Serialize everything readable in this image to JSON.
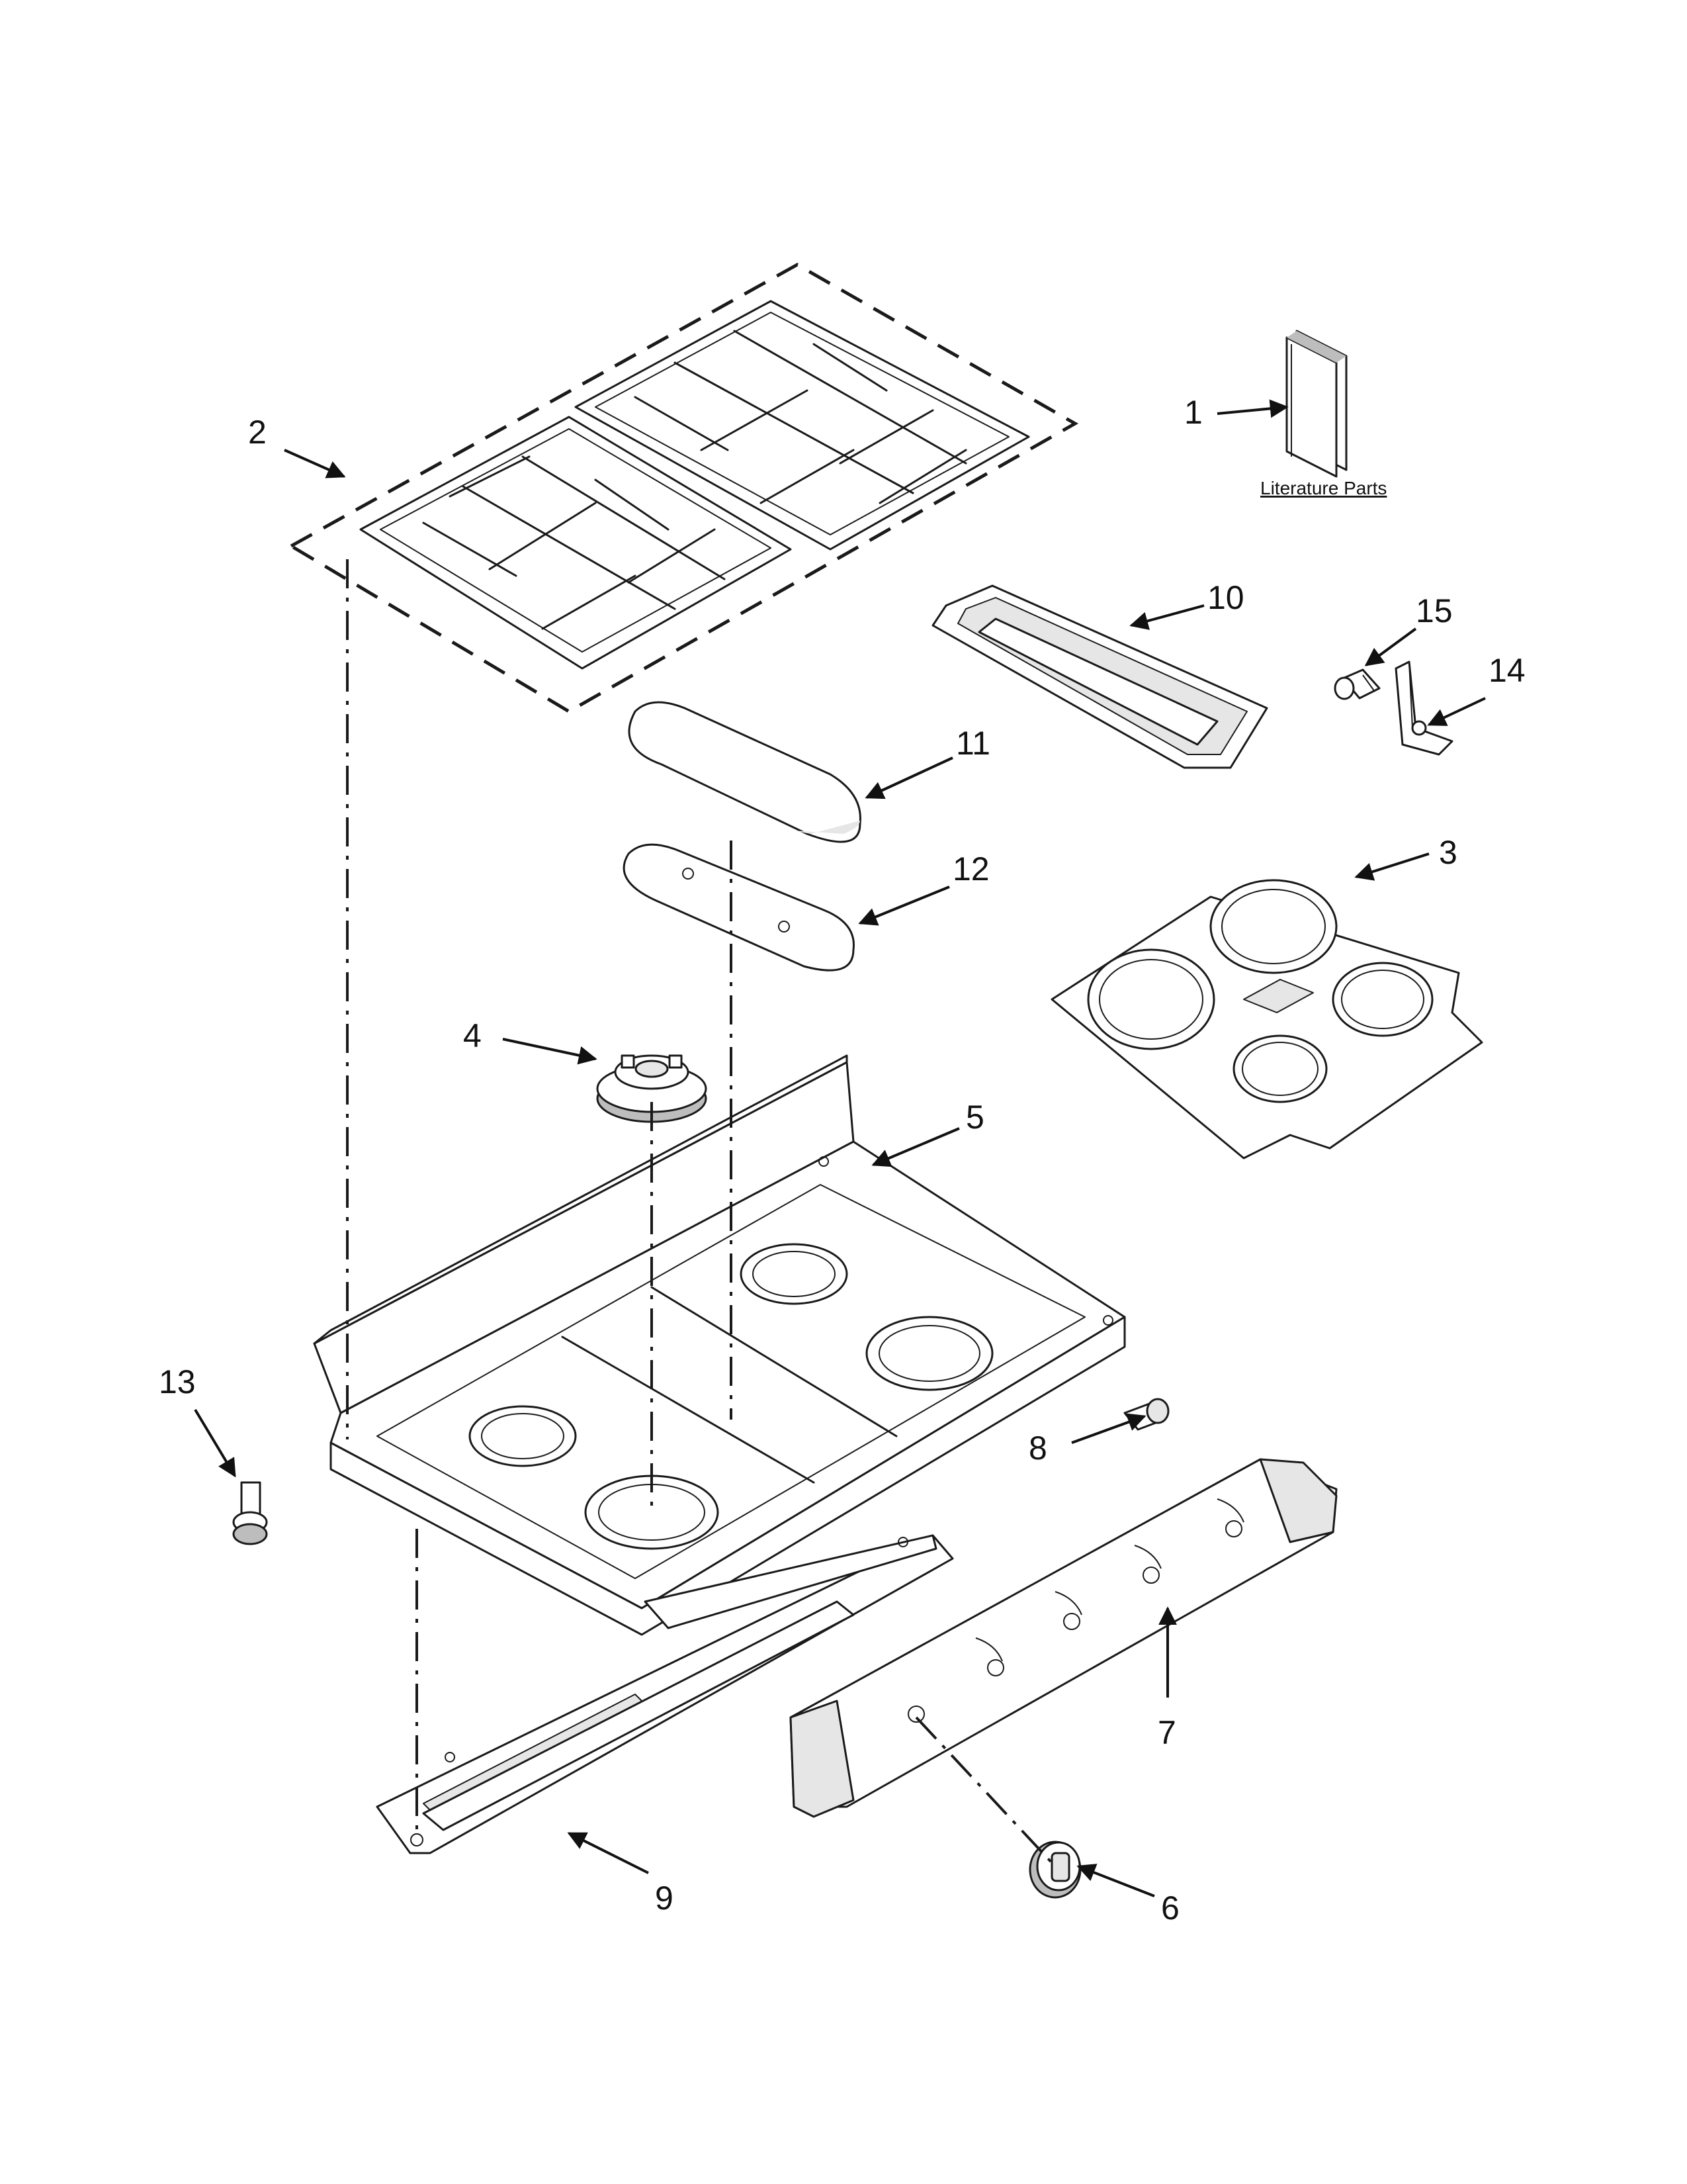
{
  "colors": {
    "ink": "#1a1a1a",
    "shade": "#e6e6e6",
    "paper": "#ffffff"
  },
  "literature_label": "Literature Parts",
  "callouts": {
    "c1": "1",
    "c2": "2",
    "c3": "3",
    "c4": "4",
    "c5": "5",
    "c6": "6",
    "c7": "7",
    "c8": "8",
    "c9": "9",
    "c10": "10",
    "c11": "11",
    "c12": "12",
    "c13": "13",
    "c14": "14",
    "c15": "15"
  }
}
